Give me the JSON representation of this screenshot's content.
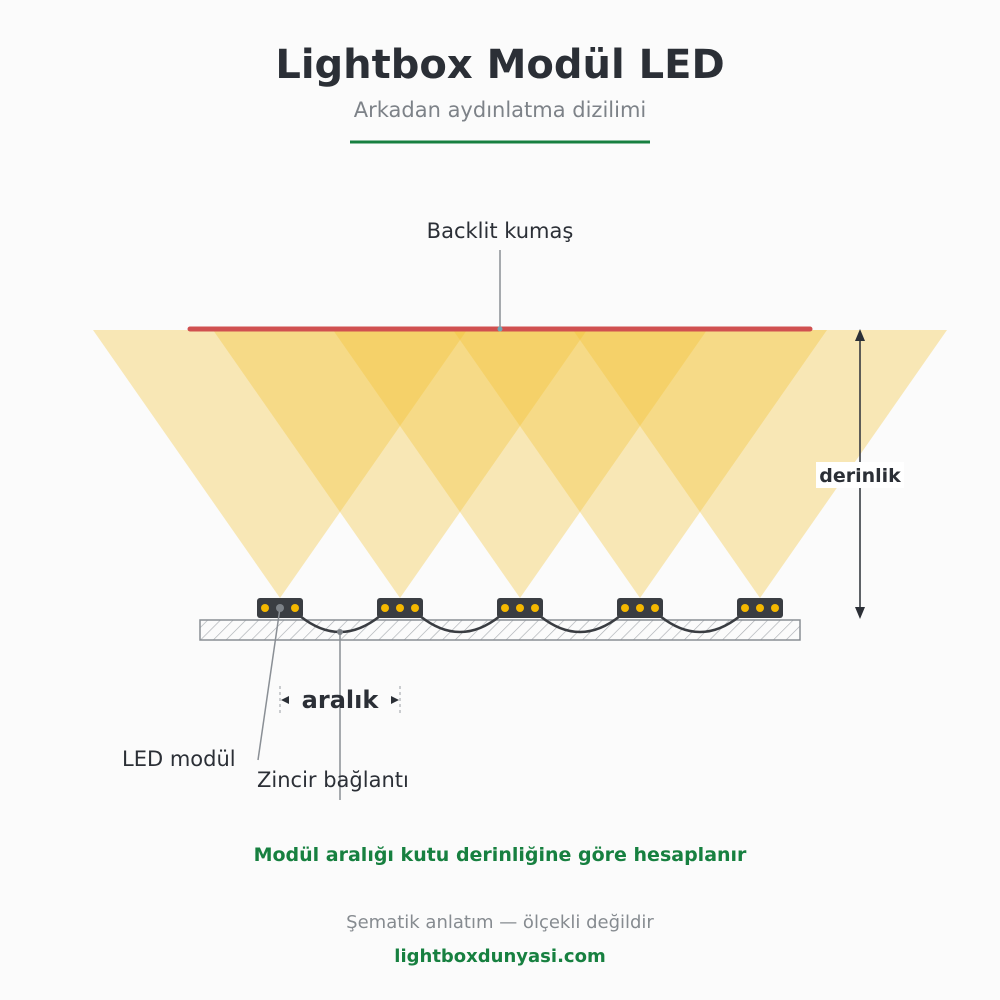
{
  "header": {
    "title": "Lightbox Modül LED",
    "subtitle": "Arkadan aydınlatma dizilimi"
  },
  "labels": {
    "fabric": "Backlit kumaş",
    "depth": "derinlik",
    "spacing": "aralık",
    "led_module": "LED modül",
    "chain_connection": "Zincir bağlantı"
  },
  "note": "Modül aralığı kutu derinliğine göre hesaplanır",
  "footer": {
    "disclaimer": "Şematik anlatım — ölçekli değildir",
    "website": "lightboxdunyasi.com"
  },
  "colors": {
    "accent_green": "#178040",
    "fabric_red": "#d05050",
    "light_cone": "#f2c230",
    "led_dot": "#f5b800",
    "module_body": "#3a3d42",
    "text_dark": "#2b2f36",
    "text_muted": "#7d8288"
  },
  "modules": [
    {
      "id": "module-1",
      "icon": "led-module-icon"
    },
    {
      "id": "module-2",
      "icon": "led-module-icon"
    },
    {
      "id": "module-3",
      "icon": "led-module-icon"
    },
    {
      "id": "module-4",
      "icon": "led-module-icon"
    },
    {
      "id": "module-5",
      "icon": "led-module-icon"
    }
  ]
}
